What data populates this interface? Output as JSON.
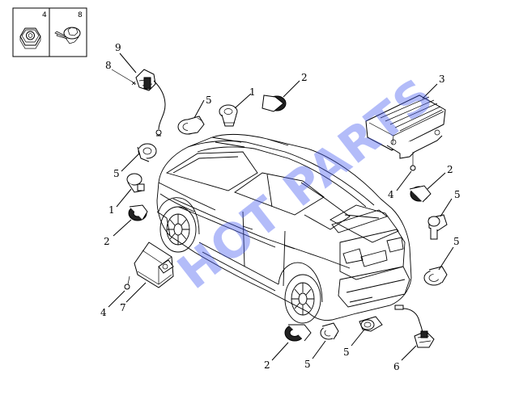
{
  "legend": {
    "fastener_a": {
      "number": "4",
      "icon": "hex-nut-icon"
    },
    "fastener_b": {
      "number": "8",
      "icon": "flange-screw-icon"
    }
  },
  "callouts": [
    {
      "id": "c9a",
      "label": "9"
    },
    {
      "id": "c8a",
      "label": "8"
    },
    {
      "id": "c5a",
      "label": "5"
    },
    {
      "id": "c1a",
      "label": "1"
    },
    {
      "id": "c2a",
      "label": "2"
    },
    {
      "id": "c3a",
      "label": "3"
    },
    {
      "id": "c5b",
      "label": "5"
    },
    {
      "id": "c1b",
      "label": "1"
    },
    {
      "id": "c2b",
      "label": "2"
    },
    {
      "id": "c4a",
      "label": "4"
    },
    {
      "id": "c2c",
      "label": "2"
    },
    {
      "id": "c5c",
      "label": "5"
    },
    {
      "id": "c5d",
      "label": "5"
    },
    {
      "id": "c4b",
      "label": "4"
    },
    {
      "id": "c7a",
      "label": "7"
    },
    {
      "id": "c2d",
      "label": "2"
    },
    {
      "id": "c5e",
      "label": "5"
    },
    {
      "id": "c5f",
      "label": "5"
    },
    {
      "id": "c6a",
      "label": "6"
    }
  ],
  "watermark": "HOT PARTS",
  "colors": {
    "line": "#000000",
    "watermark": "#4a5ff0",
    "background": "#ffffff"
  }
}
